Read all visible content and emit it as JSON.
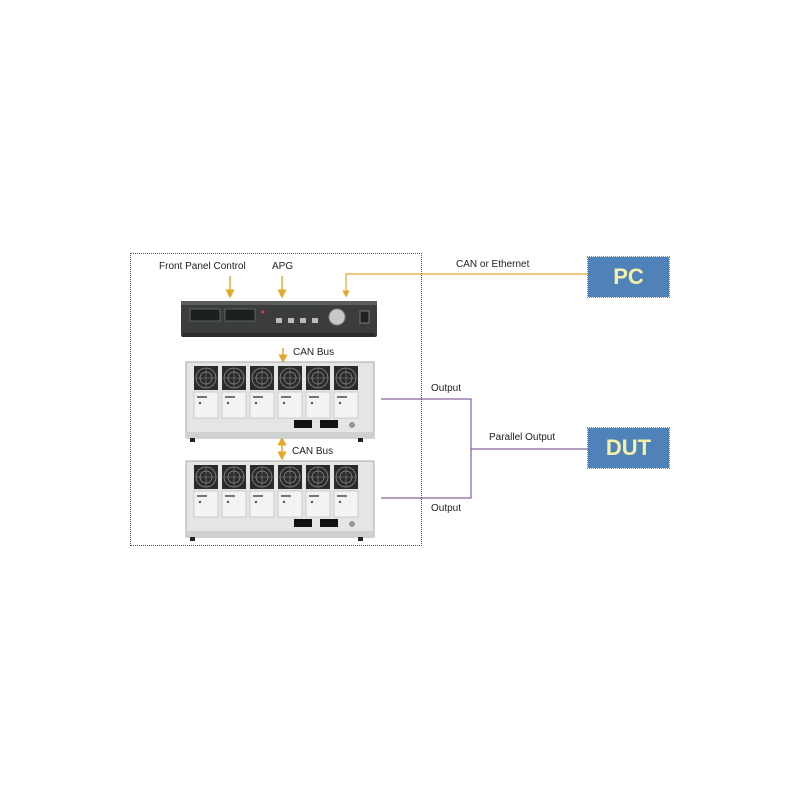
{
  "labels": {
    "front_panel": "Front Panel Control",
    "apg": "APG",
    "can_or_ethernet": "CAN or Ethernet",
    "can_bus_1": "CAN Bus",
    "can_bus_2": "CAN Bus",
    "output_top": "Output",
    "output_bottom": "Output",
    "parallel_output": "Parallel Output"
  },
  "boxes": {
    "pc": "PC",
    "dut": "DUT"
  },
  "colors": {
    "box_fill": "#4f82b8",
    "box_text": "#f4f2a8",
    "arrow": "#e6a72a",
    "output_line": "#6a3d86"
  },
  "devices": {
    "controller_icon": "controller-unit-icon",
    "load_icon": "load-mainframe-icon"
  }
}
